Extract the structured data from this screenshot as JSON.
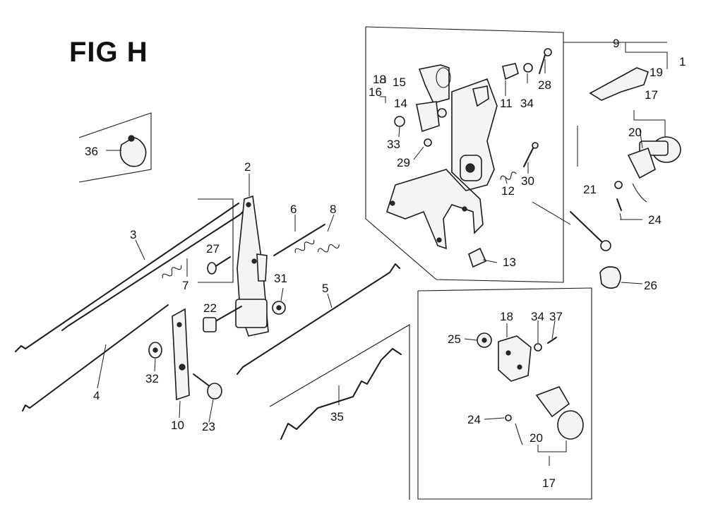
{
  "figure": {
    "title": "FIG H",
    "callouts": [
      "1",
      "2",
      "3",
      "4",
      "5",
      "6",
      "7",
      "8",
      "9",
      "10",
      "11",
      "12",
      "13",
      "14",
      "15",
      "16",
      "17",
      "17",
      "18",
      "18",
      "19",
      "20",
      "20",
      "21",
      "22",
      "23",
      "24",
      "24",
      "25",
      "26",
      "27",
      "28",
      "29",
      "30",
      "31",
      "32",
      "33",
      "34",
      "34",
      "35",
      "36",
      "37"
    ]
  }
}
